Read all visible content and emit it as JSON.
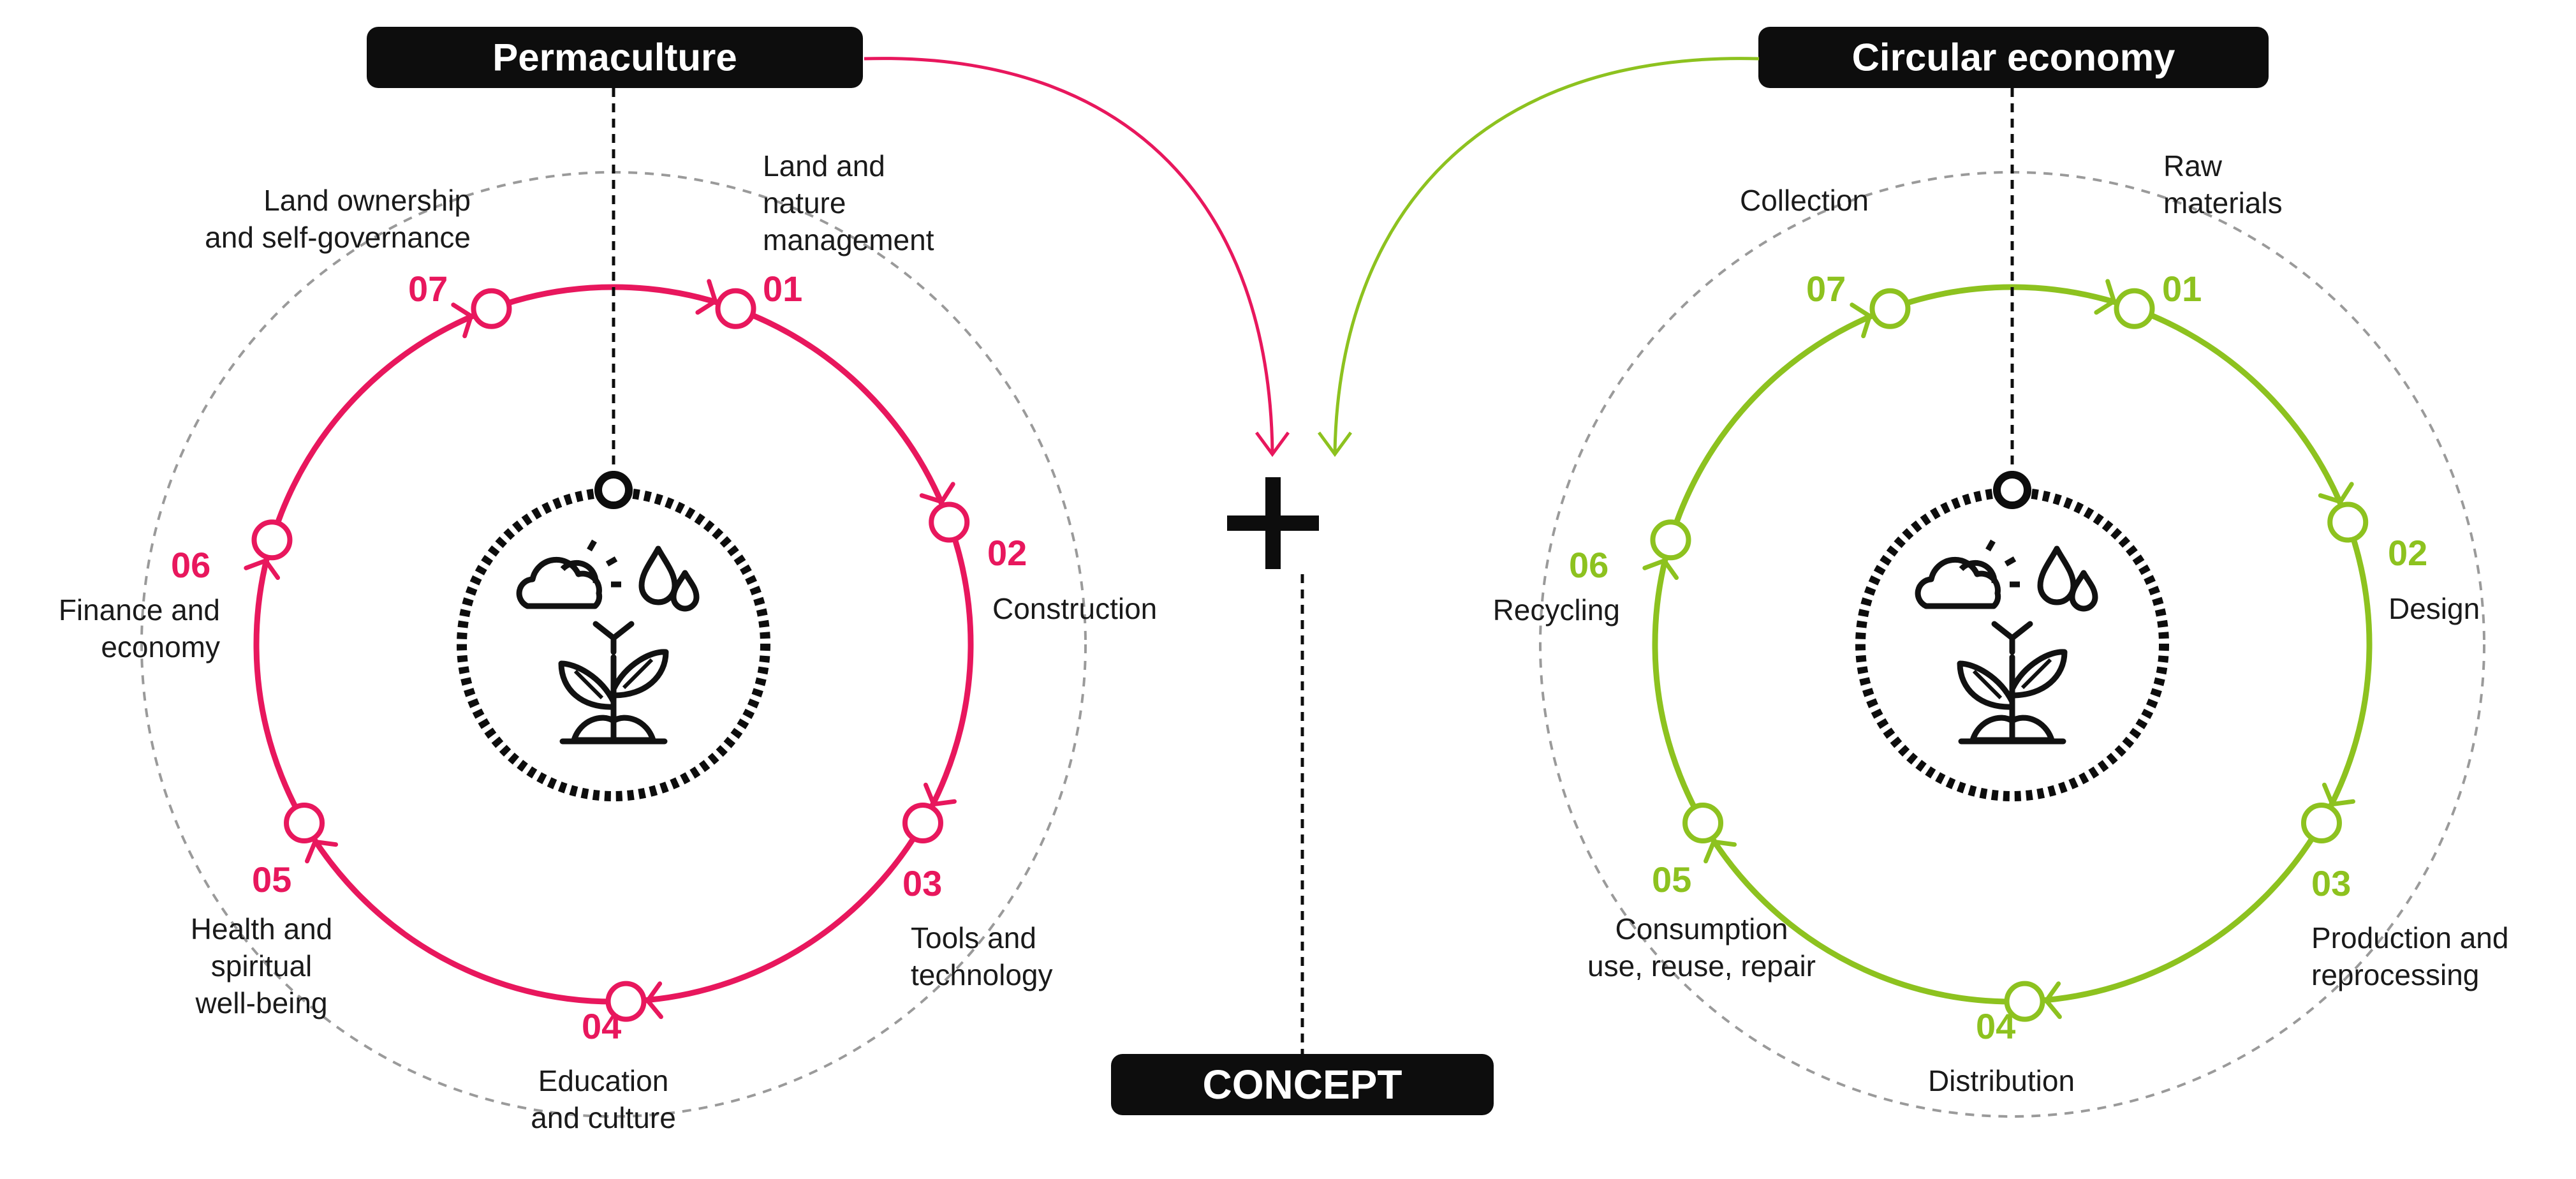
{
  "colors": {
    "permaculture": "#e8175d",
    "circular": "#8dc21f",
    "dark": "#0d0d0d",
    "dashed_ring": "#9a9a9a"
  },
  "center": {
    "plus_symbol": "+",
    "concept_label": "CONCEPT"
  },
  "permaculture": {
    "title": "Permaculture",
    "icon": "plant-weather-icon",
    "nodes": [
      {
        "num": "01",
        "label": [
          "Land and",
          "nature",
          "management"
        ]
      },
      {
        "num": "02",
        "label": [
          "Construction"
        ]
      },
      {
        "num": "03",
        "label": [
          "Tools and",
          "technology"
        ]
      },
      {
        "num": "04",
        "label": [
          "Education",
          "and culture"
        ]
      },
      {
        "num": "05",
        "label": [
          "Health and",
          "spiritual",
          "well-being"
        ]
      },
      {
        "num": "06",
        "label": [
          "Finance and",
          "economy"
        ]
      },
      {
        "num": "07",
        "label": [
          "Land ownership",
          "and self-governance"
        ]
      }
    ]
  },
  "circular": {
    "title": "Circular economy",
    "icon": "plant-weather-icon",
    "nodes": [
      {
        "num": "01",
        "label": [
          "Raw",
          "materials"
        ]
      },
      {
        "num": "02",
        "label": [
          "Design"
        ]
      },
      {
        "num": "03",
        "label": [
          "Production and",
          "reprocessing"
        ]
      },
      {
        "num": "04",
        "label": [
          "Distribution"
        ]
      },
      {
        "num": "05",
        "label": [
          "Consumption",
          "use, reuse, repair"
        ]
      },
      {
        "num": "06",
        "label": [
          "Recycling"
        ]
      },
      {
        "num": "07",
        "label": [
          "Collection"
        ]
      }
    ]
  }
}
